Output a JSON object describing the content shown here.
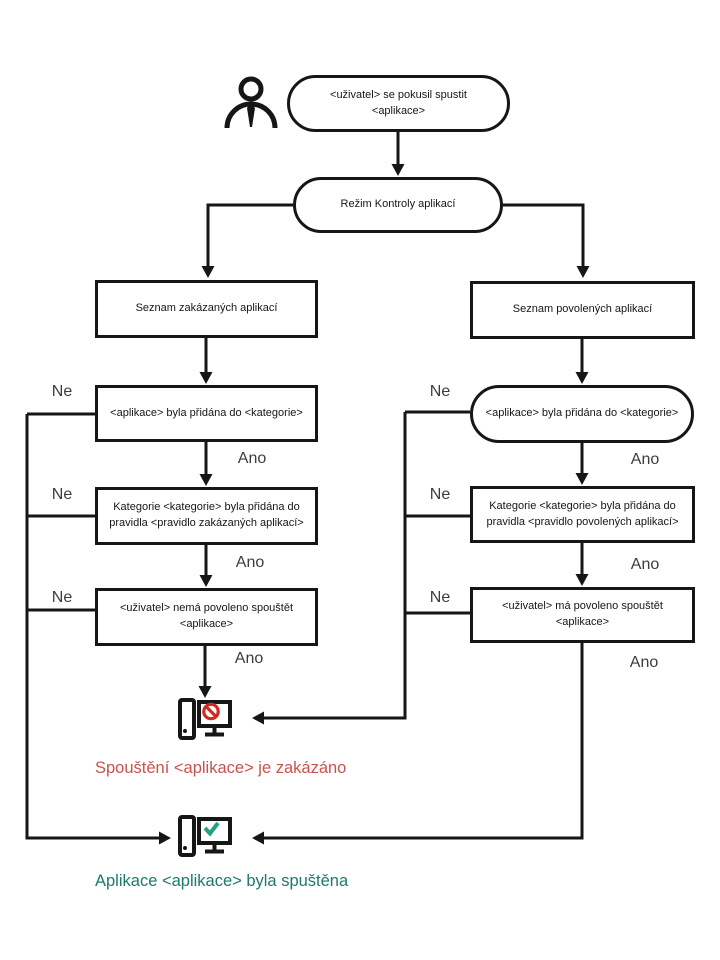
{
  "labels": {
    "yes": "Ano",
    "no": "Ne"
  },
  "colors": {
    "line": "#161616",
    "blocked_text": "#c9524d",
    "allowed_text": "#1a7a6e",
    "prohibition_sign": "#cf2b24",
    "check_mark": "#23a184"
  },
  "icons": {
    "user": "person-icon",
    "blocked": "computer-blocked-icon",
    "allowed": "computer-allowed-icon"
  },
  "nodes": {
    "start": "<uživatel> se pokusil spustit\n<aplikace>",
    "mode": "Režim Kontroly aplikací",
    "denylist": {
      "title": "Seznam zakázaných aplikací",
      "q_category": "<aplikace> byla přidána do <kategorie>",
      "q_rule": "Kategorie <kategorie> byla přidána do\npravidla <pravidlo zakázaných aplikací>",
      "q_user": "<uživatel> nemá povoleno spouštět\n<aplikace>"
    },
    "allowlist": {
      "title": "Seznam povolených aplikací",
      "q_category": "<aplikace> byla přidána do <kategorie>",
      "q_rule": "Kategorie <kategorie> byla přidána do\npravidla <pravidlo povolených aplikací>",
      "q_user": "<uživatel> má povoleno spouštět\n<aplikace>"
    }
  },
  "outcomes": {
    "blocked": "Spouštění <aplikace> je zakázáno",
    "allowed": "Aplikace <aplikace> byla spuštěna"
  }
}
